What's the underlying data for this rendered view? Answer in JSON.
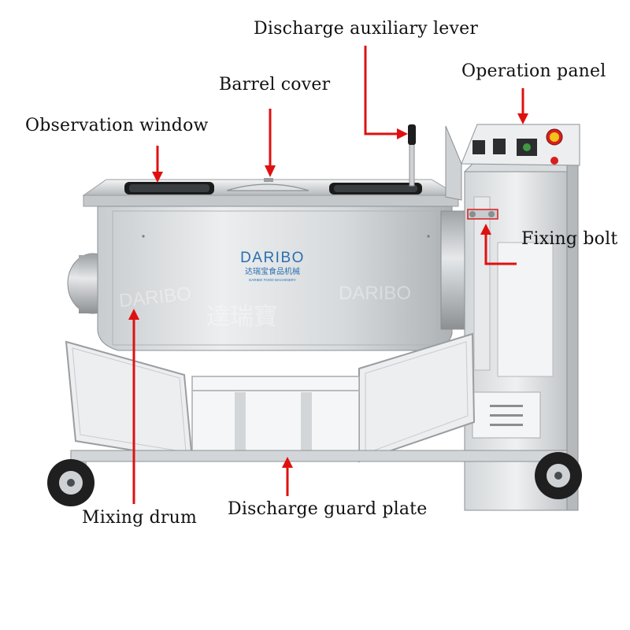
{
  "labels": {
    "discharge_lever": "Discharge auxiliary lever",
    "operation_panel": "Operation panel",
    "barrel_cover": "Barrel cover",
    "observation_window": "Observation window",
    "fixing_bolt": "Fixing bolt",
    "mixing_drum": "Mixing drum",
    "guard_plate": "Discharge guard plate"
  },
  "brand": {
    "logo_text": "DARIBO",
    "logo_chinese": "达瑞宝食品机械",
    "logo_subtext": "DARIBO FOOD MACHINERY",
    "watermark_latin": "DARIBO",
    "watermark_chinese": "達瑞寶"
  },
  "colors": {
    "arrow": "#e01010",
    "label_text": "#111111",
    "steel_light": "#e4e6e8",
    "steel_mid": "#b9bcbf",
    "steel_dark": "#7d8185",
    "logo_blue": "#2a6fb0",
    "emergency_red": "#d81f1f"
  },
  "icons": [
    "red-arrow-icon",
    "emergency-stop-icon",
    "dial-icon",
    "wheel-icon"
  ]
}
